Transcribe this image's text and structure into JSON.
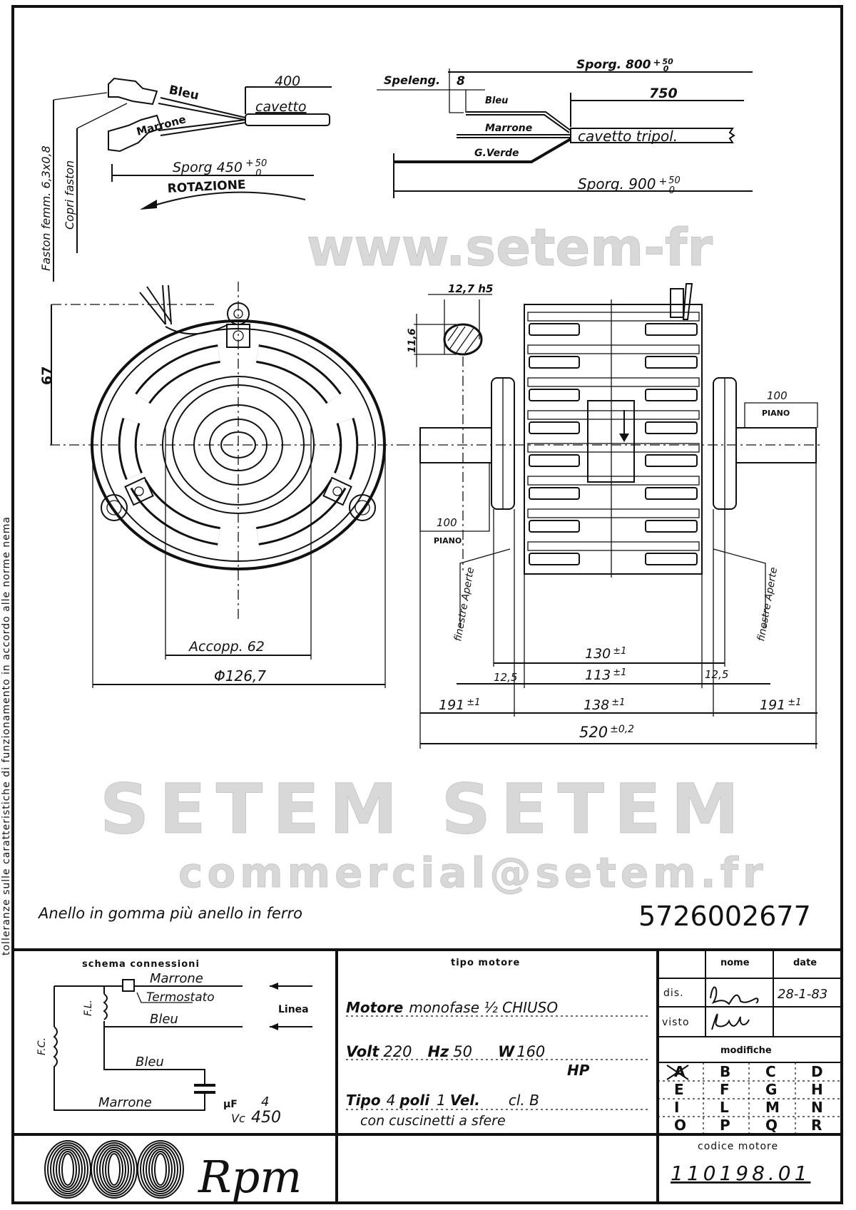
{
  "margin_note": "tolleranze sulle caratteristiche di funzionamento in accordo alle norme nema",
  "wiring_left": {
    "bleu": "Bleu",
    "marrone": "Marrone",
    "length": "400",
    "cable": "cavetto",
    "faston": "Faston femm. 6,3x0,8",
    "coprifaston": "Copri faston",
    "sporg": "Sporg 450",
    "tol_plus": "+",
    "tol_upper": "50",
    "tol_lower": "0",
    "rotation": "ROTAZIONE"
  },
  "wiring_right": {
    "sporg_800": "Sporg. 800",
    "sporg_800_tol_plus": "+",
    "sporg_800_tol_upper": "50",
    "sporg_800_tol_lower": "0",
    "speleng": "Speleng.",
    "speleng_value": "8",
    "length": "750",
    "bleu": "Bleu",
    "marrone": "Marrone",
    "verde": "G.Verde",
    "cable": "cavetto tripol.",
    "sporg_900": "Sporg. 900",
    "sporg_900_tol_plus": "+",
    "sporg_900_tol_upper": "50",
    "sporg_900_tol_lower": "0"
  },
  "front_view": {
    "height": "67",
    "coupling": "Accopp. 62",
    "diameter": "Φ126,7"
  },
  "side_view": {
    "shaft_diameter": "12,7 h5",
    "shaft_flat": "11,6",
    "flat_left": "100",
    "flat_left_label": "PIANO",
    "flat_right": "100",
    "flat_right_label": "PIANO",
    "window_left": "finestre Aperte",
    "window_right": "finestre Aperte",
    "d130": "130",
    "d130_tol": "±1",
    "d12_5_left": "12,5",
    "d113": "113",
    "d113_tol": "±1",
    "d12_5_right": "12,5",
    "d191_left": "191",
    "d191_left_tol": "±1",
    "d138": "138",
    "d138_tol": "±1",
    "d191_right": "191",
    "d191_right_tol": "±1",
    "d520": "520",
    "d520_tol": "±0,2"
  },
  "watermark": {
    "line1": "www.setem-fr",
    "line2": "SETEM SETEM",
    "line3": "commercial@setem.fr"
  },
  "note": "Anello in gomma più anello in ferro",
  "part_number": "5726002677",
  "title_block": {
    "schema_title": "schema connessioni",
    "schema": {
      "marrone_top": "Marrone",
      "termostato": "Termostato",
      "bleu_top": "Bleu",
      "linea": "Linea",
      "fl": "F.L.",
      "fc": "F.C.",
      "bleu_bottom": "Bleu",
      "marrone_bottom": "Marrone",
      "uf_label": "μF",
      "uf_value": "4",
      "vc_label": "Vc",
      "vc_value": "450"
    },
    "motor_type_title": "tipo motore",
    "motor": {
      "l1_bold": "Motore",
      "l1_rest": "monofase  ½ CHIUSO",
      "volt_label": "Volt",
      "volt": "220",
      "hz_label": "Hz",
      "hz": "50",
      "w_label": "W",
      "w": "160",
      "hp_label": "HP",
      "tipo_label": "Tipo",
      "poles": "4",
      "poles_label": "poli",
      "speeds": "1",
      "speeds_label": "Vel.",
      "class": "cl. B",
      "bearings": "con cuscinetti a sfere"
    },
    "nome_header": "nome",
    "date_header": "date",
    "dis_label": "dis.",
    "dis_date": "28-1-83",
    "visto_label": "visto",
    "modifiche": "modifiche",
    "letters": [
      "A",
      "B",
      "C",
      "D",
      "E",
      "F",
      "G",
      "H",
      "I",
      "L",
      "M",
      "N",
      "O",
      "P",
      "Q",
      "R"
    ],
    "codice_title": "codice motore",
    "codice": "110198.01",
    "logo": "Rpm"
  }
}
